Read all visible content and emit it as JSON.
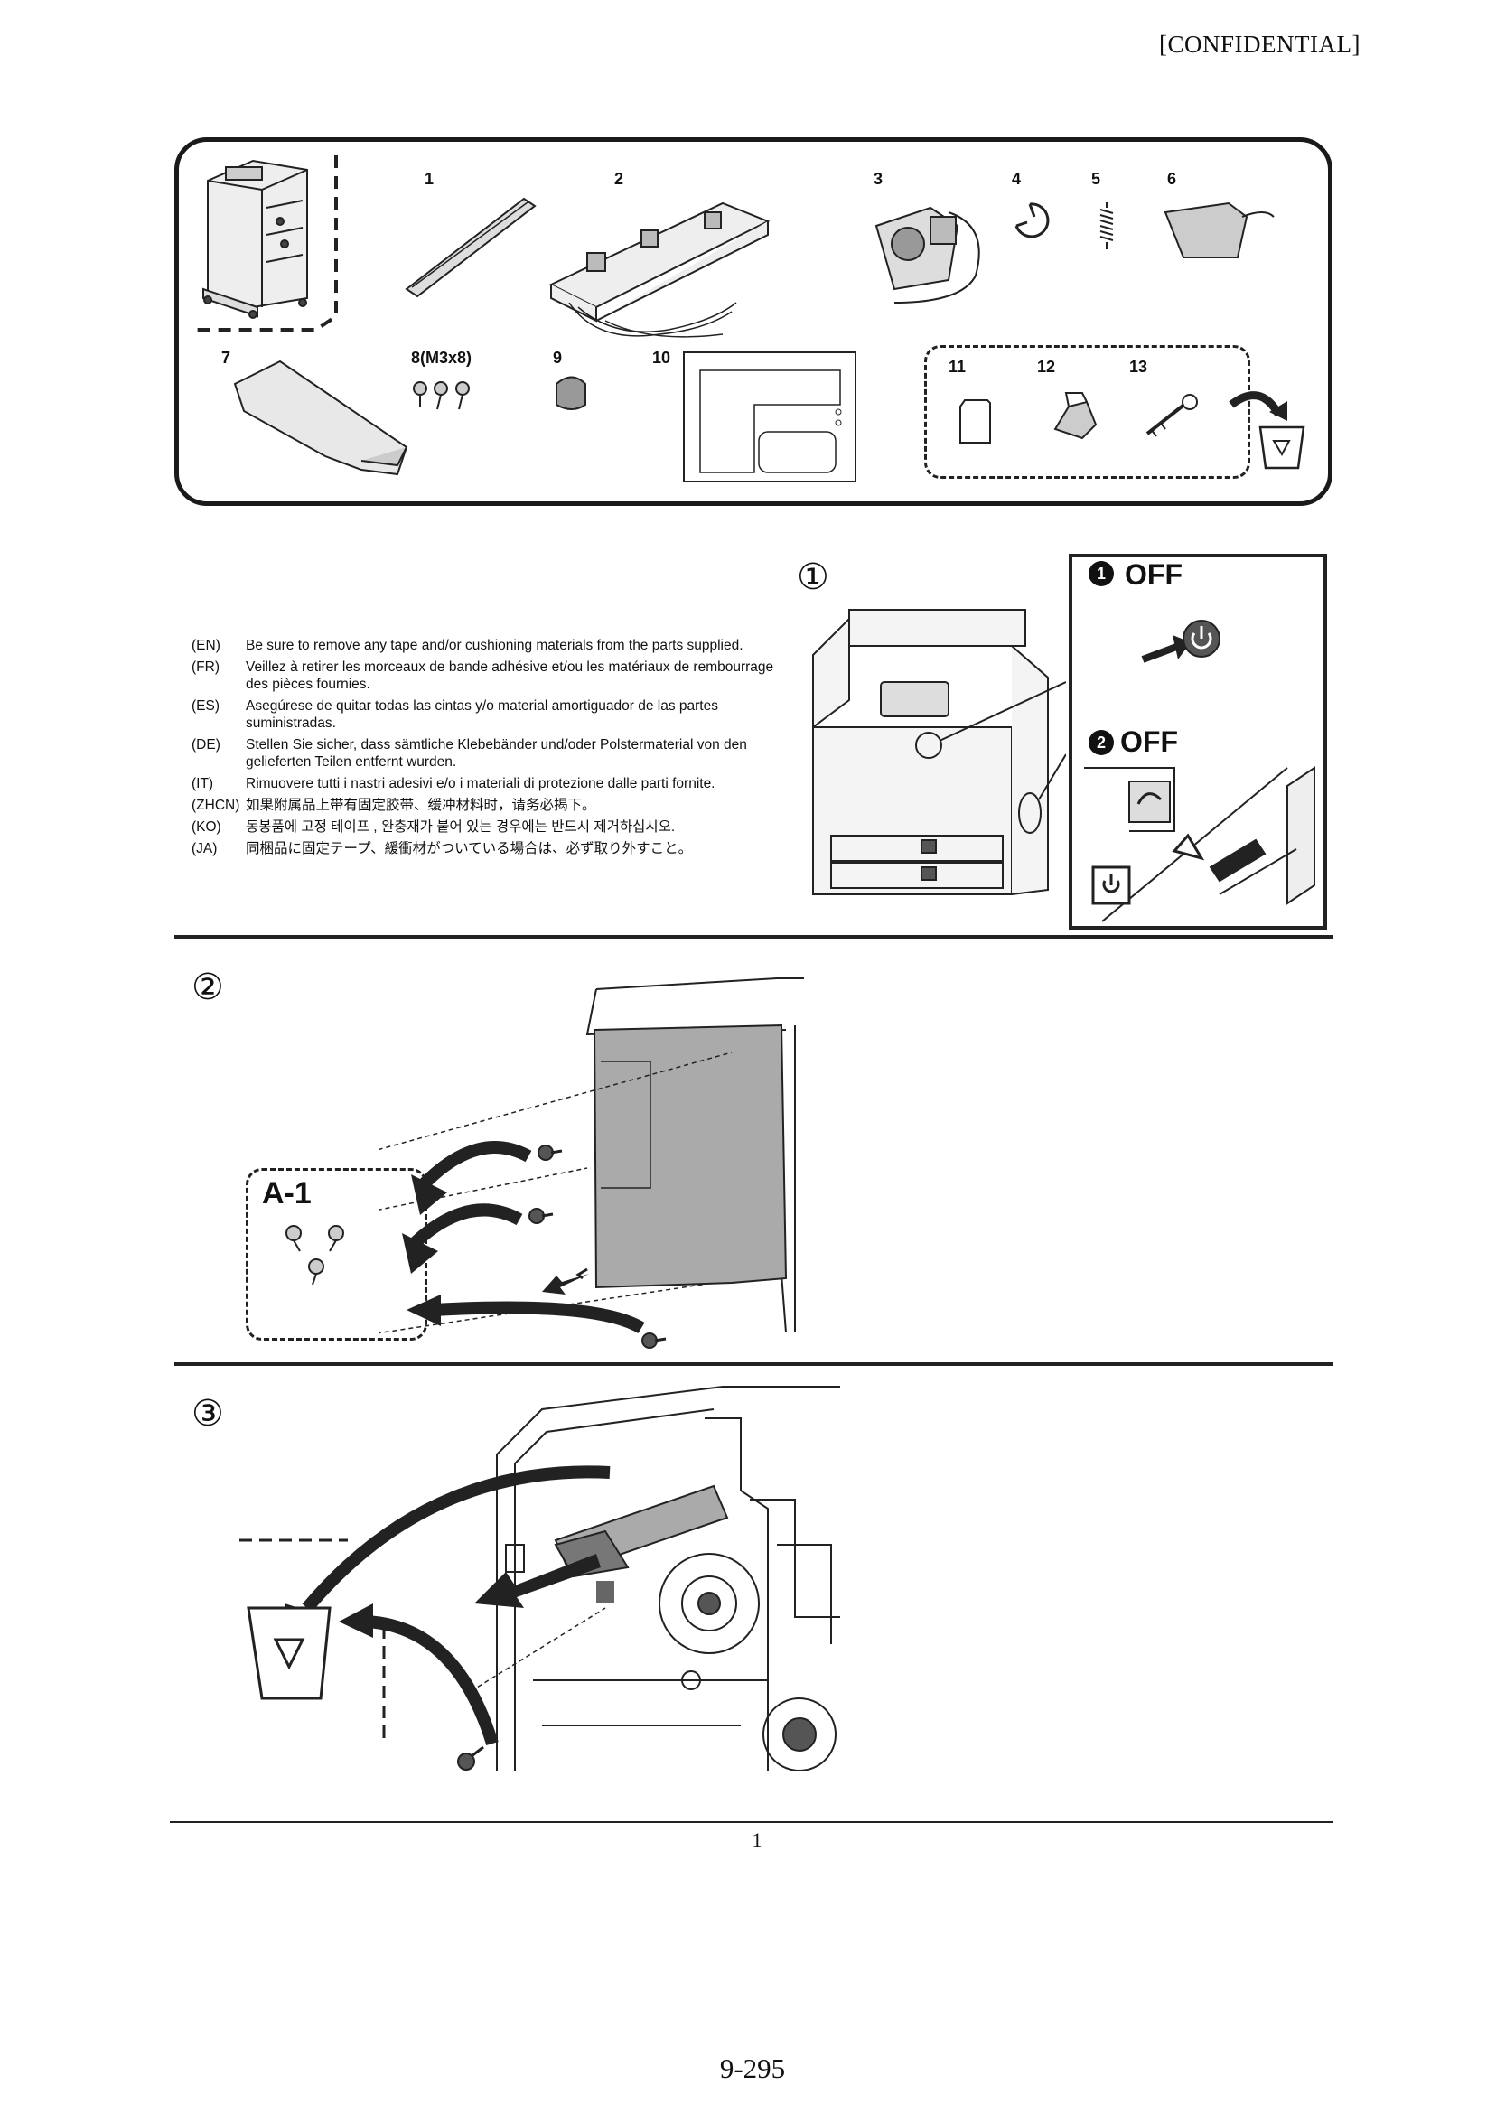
{
  "header": {
    "confidential": "[CONFIDENTIAL]"
  },
  "parts": {
    "labels": [
      "1",
      "2",
      "3",
      "4",
      "5",
      "6",
      "7",
      "8(M3x8)",
      "9",
      "10",
      "11",
      "12",
      "13"
    ]
  },
  "step1": {
    "marker": "①",
    "off1": "OFF",
    "off2": "OFF",
    "notes": [
      {
        "code": "(EN)",
        "text": "Be sure to remove any tape and/or cushioning materials from the parts supplied."
      },
      {
        "code": "(FR)",
        "text": "Veillez à retirer les morceaux de bande adhésive et/ou les matériaux de rembourrage des pièces fournies."
      },
      {
        "code": "(ES)",
        "text": "Asegúrese de quitar todas las cintas y/o material amortiguador de las partes suministradas."
      },
      {
        "code": "(DE)",
        "text": "Stellen Sie sicher, dass sämtliche Klebebänder und/oder Polstermaterial von den gelieferten Teilen entfernt wurden."
      },
      {
        "code": "(IT)",
        "text": "Rimuovere tutti i nastri adesivi e/o i materiali di protezione dalle parti fornite."
      },
      {
        "code": "(ZHCN)",
        "text": "如果附属品上带有固定胶带、缓冲材料时，请务必揭下。"
      },
      {
        "code": "(KO)",
        "text": "동봉품에 고정 테이프 , 완충재가 붙어 있는 경우에는 반드시 제거하십시오."
      },
      {
        "code": "(JA)",
        "text": "同梱品に固定テープ、緩衝材がついている場合は、必ず取り外すこと。"
      }
    ]
  },
  "step2": {
    "marker": "②",
    "inset_label": "A-1"
  },
  "step3": {
    "marker": "③"
  },
  "footer": {
    "page_number": "1",
    "page_code": "9-295"
  }
}
